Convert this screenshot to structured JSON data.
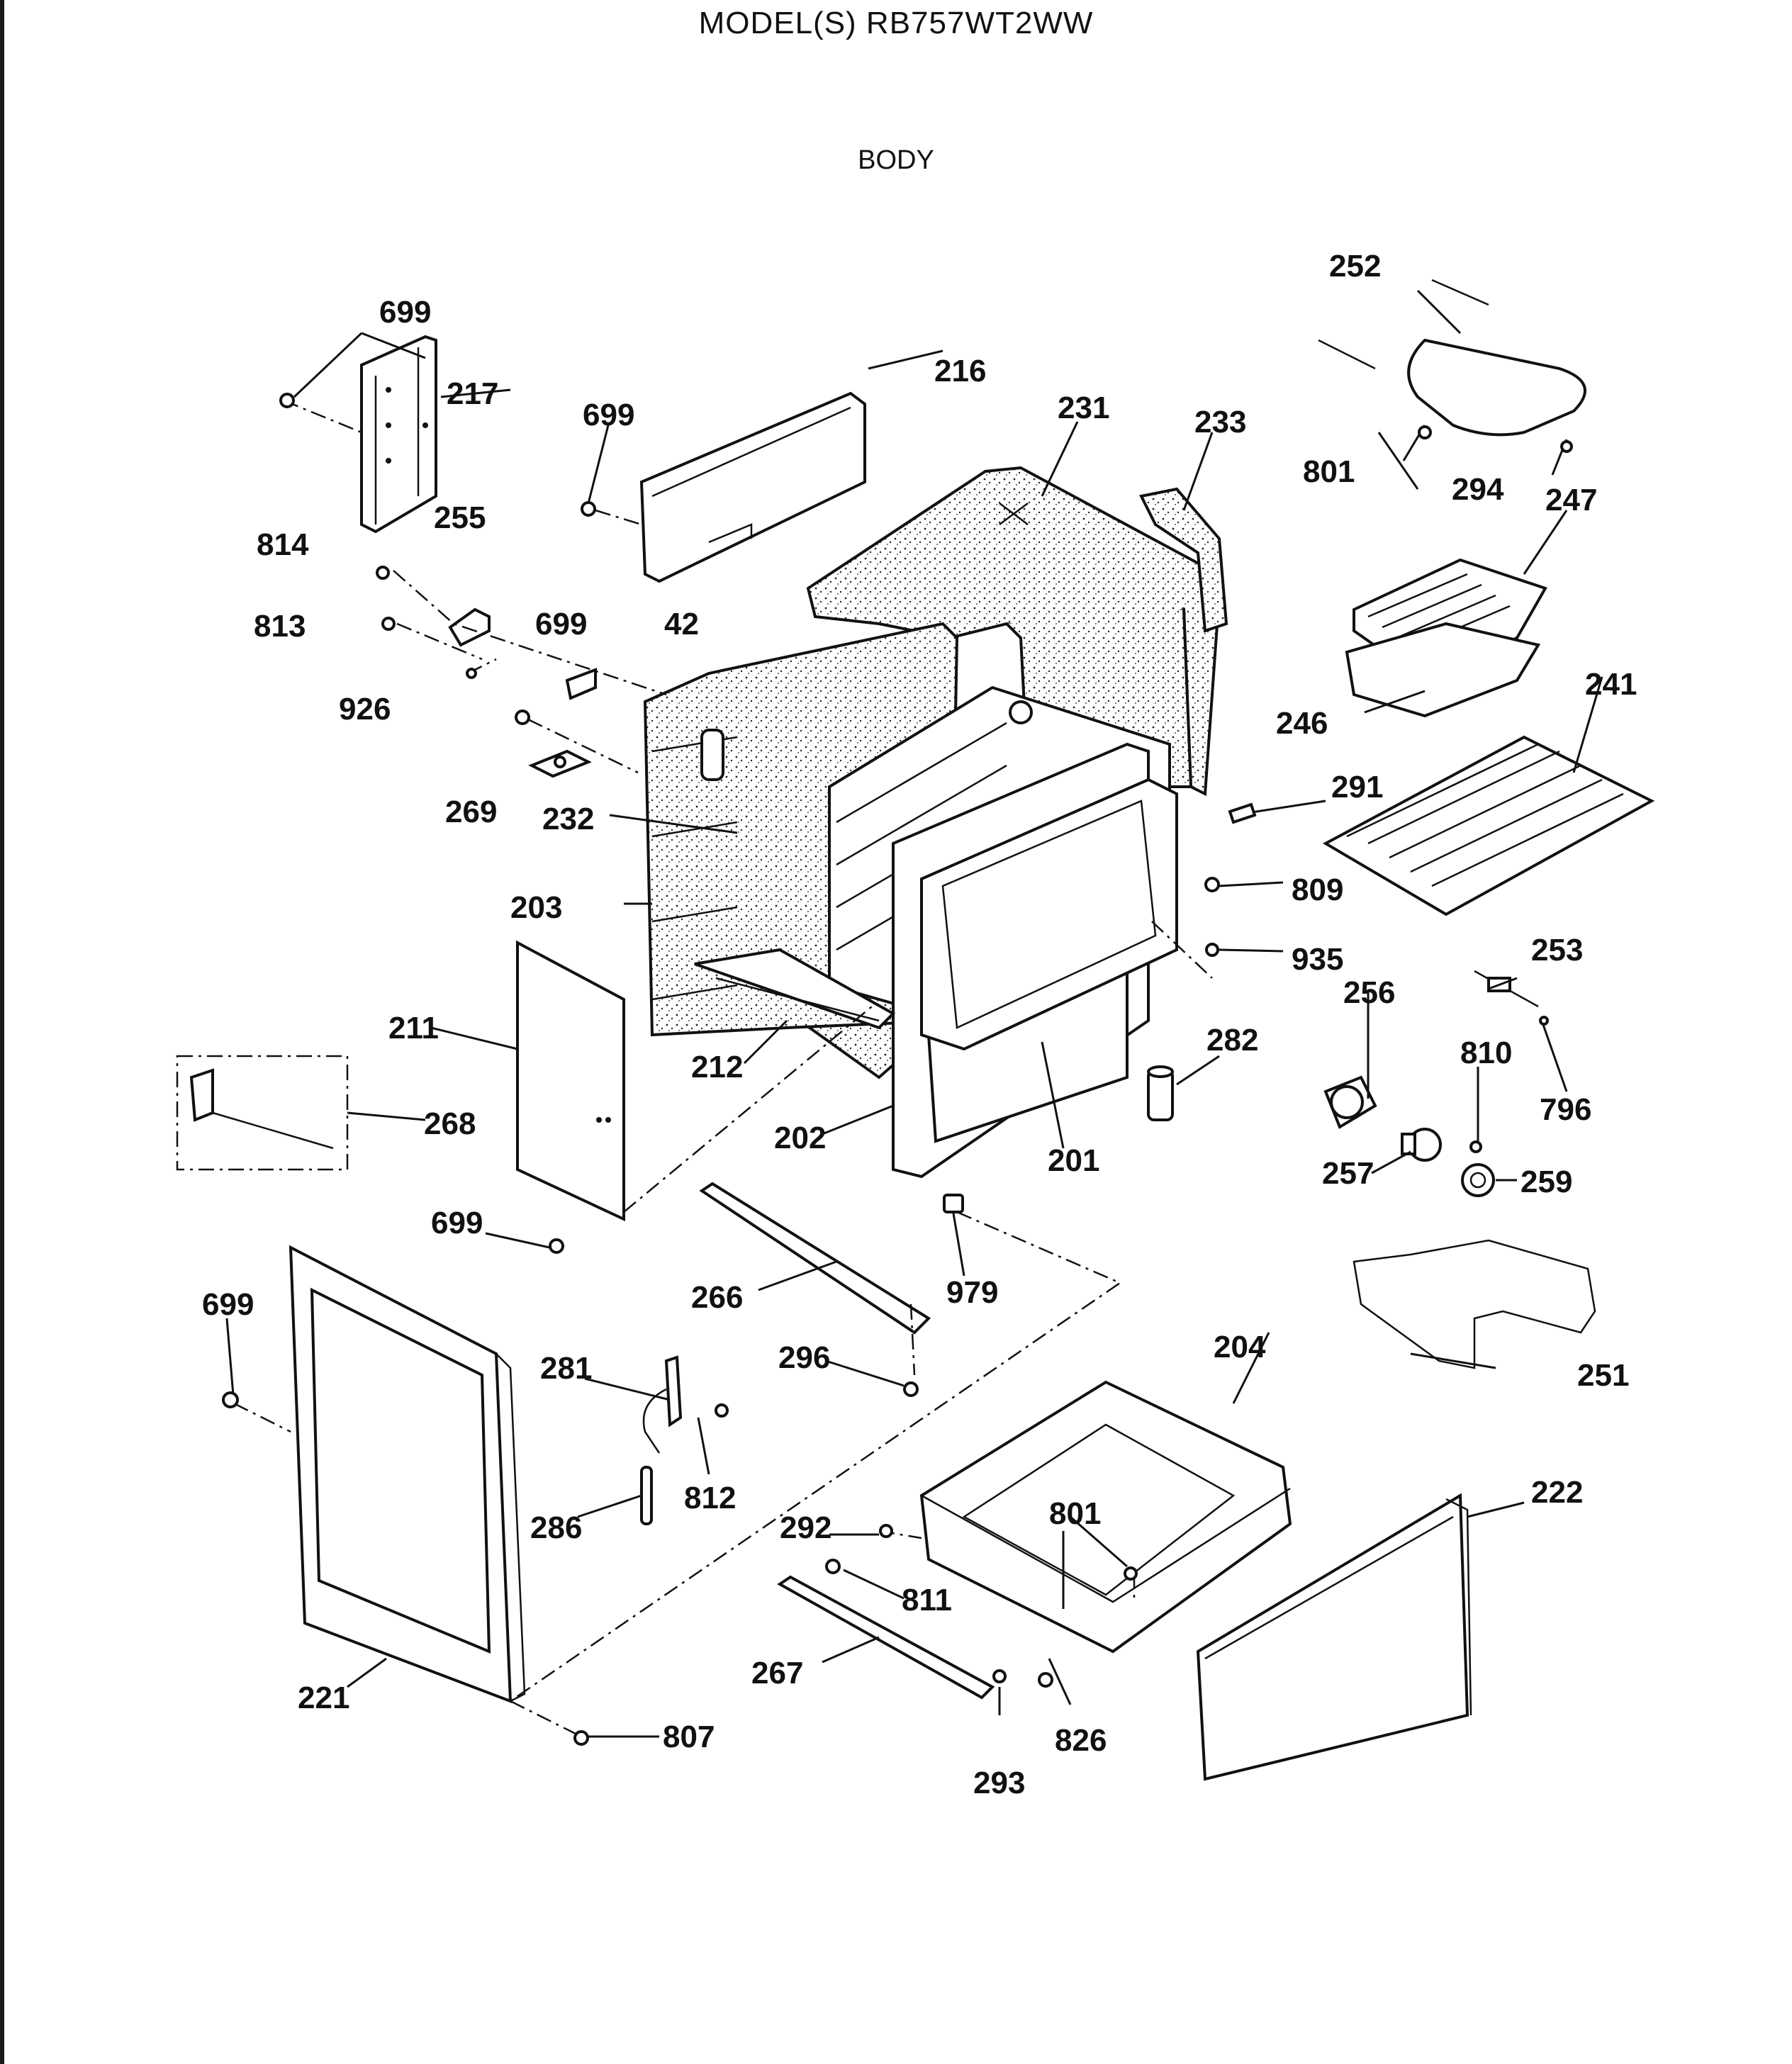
{
  "header": {
    "title": "MODEL(S) RB757WT2WW",
    "section": "BODY"
  },
  "callouts": {
    "c201": "201",
    "c202": "202",
    "c203": "203",
    "c204": "204",
    "c211": "211",
    "c212": "212",
    "c216": "216",
    "c217": "217",
    "c221": "221",
    "c222": "222",
    "c231": "231",
    "c232": "232",
    "c233": "233",
    "c241": "241",
    "c246": "246",
    "c247": "247",
    "c251": "251",
    "c252": "252",
    "c253": "253",
    "c255": "255",
    "c256": "256",
    "c257": "257",
    "c259": "259",
    "c266": "266",
    "c267": "267",
    "c268": "268",
    "c269": "269",
    "c281": "281",
    "c282": "282",
    "c286": "286",
    "c291": "291",
    "c292": "292",
    "c293": "293",
    "c294": "294",
    "c296": "296",
    "c42": "42",
    "c699a": "699",
    "c699b": "699",
    "c699c": "699",
    "c699d": "699",
    "c699e": "699",
    "c796": "796",
    "c801a": "801",
    "c801b": "801",
    "c807": "807",
    "c809": "809",
    "c810": "810",
    "c811": "811",
    "c812": "812",
    "c813": "813",
    "c814": "814",
    "c826": "826",
    "c926": "926",
    "c935": "935",
    "c979": "979"
  }
}
